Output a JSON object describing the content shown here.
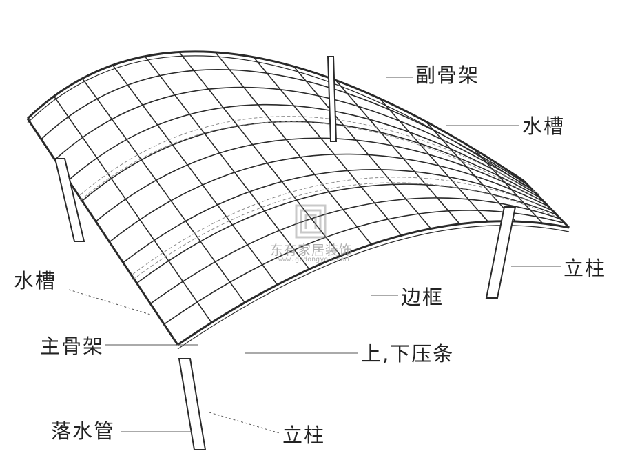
{
  "labels": {
    "secondary_frame": "副骨架",
    "gutter_right": "水槽",
    "post_right": "立柱",
    "edge_frame": "边框",
    "gutter_left": "水槽",
    "main_frame": "主骨架",
    "pressure_strip": "上,下压条",
    "downpipe": "落水管",
    "post_bottom": "立柱"
  },
  "watermark": {
    "name": "东有家居装饰",
    "url": "www.gzdongyou.com"
  },
  "colors": {
    "line": "#2a2a2a",
    "text": "#222222",
    "watermark": "#9a9a9a"
  }
}
